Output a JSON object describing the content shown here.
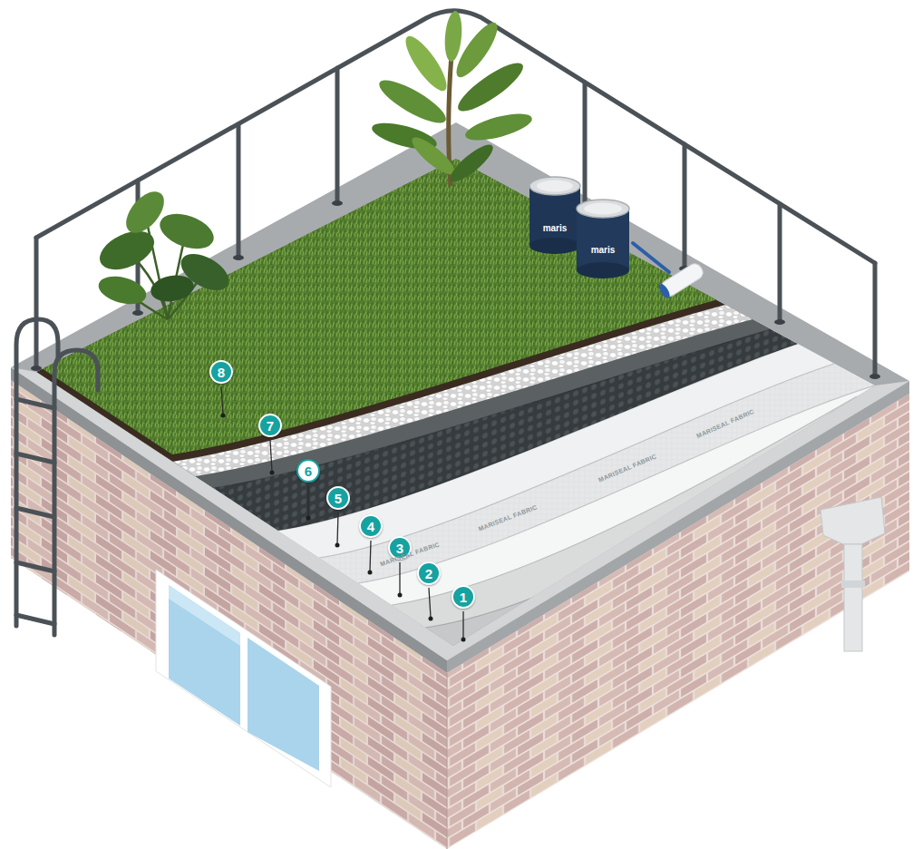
{
  "diagram": {
    "nodes": [
      {
        "text": [
          "1"
        ]
      },
      {
        "text": [
          "2"
        ]
      },
      {
        "text": [
          "3"
        ]
      },
      {
        "text": [
          "4"
        ]
      },
      {
        "text": [
          "5"
        ]
      },
      {
        "text": [
          "6"
        ]
      },
      {
        "text": [
          "7"
        ]
      },
      {
        "text": [
          "8"
        ]
      }
    ],
    "labels": [
      "MARISEAL FABRIC",
      "MARISEAL FABRIC",
      "MARISEAL FABRIC",
      "MARISEAL FABRIC",
      "maris",
      "maris"
    ]
  }
}
